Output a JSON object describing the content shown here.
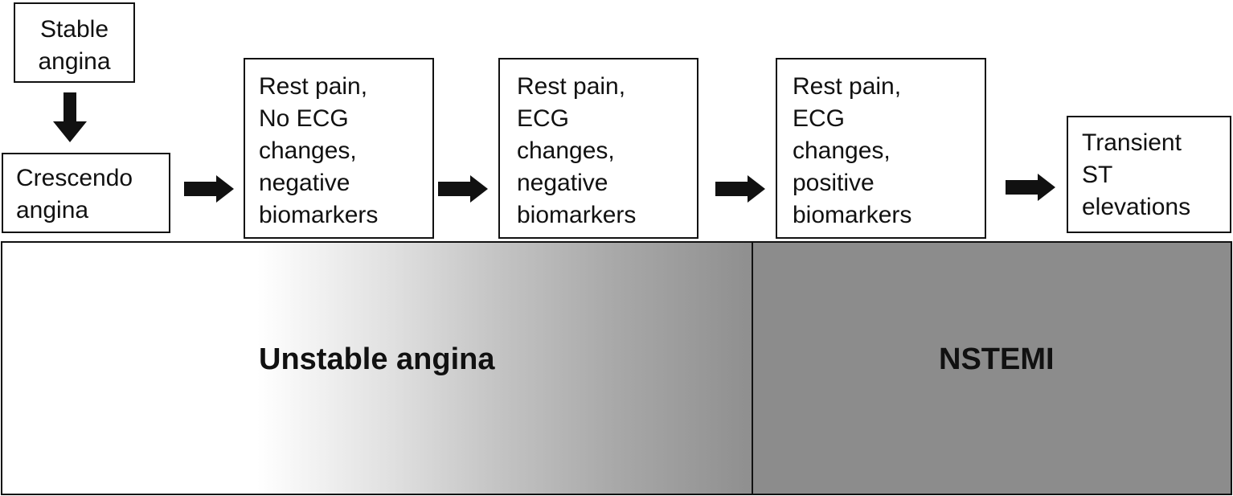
{
  "boxes": {
    "stable_angina": [
      "Stable",
      "angina"
    ],
    "crescendo_angina": [
      "Crescendo",
      "angina"
    ],
    "stage1": [
      "Rest pain,",
      "No ECG",
      "changes,",
      "negative",
      "biomarkers"
    ],
    "stage2": [
      "Rest pain,",
      "ECG",
      "changes,",
      "negative",
      "biomarkers"
    ],
    "stage3": [
      "Rest pain,",
      "ECG",
      "changes,",
      "positive",
      "biomarkers"
    ],
    "stage4": [
      "Transient",
      "ST",
      "elevations"
    ]
  },
  "bands": {
    "unstable_angina": "Unstable angina",
    "nstemi": "NSTEMI"
  },
  "colors": {
    "line": "#111111",
    "nstemi_fill": "#8c8c8c",
    "gradient_dark": "#8f8f8f"
  }
}
